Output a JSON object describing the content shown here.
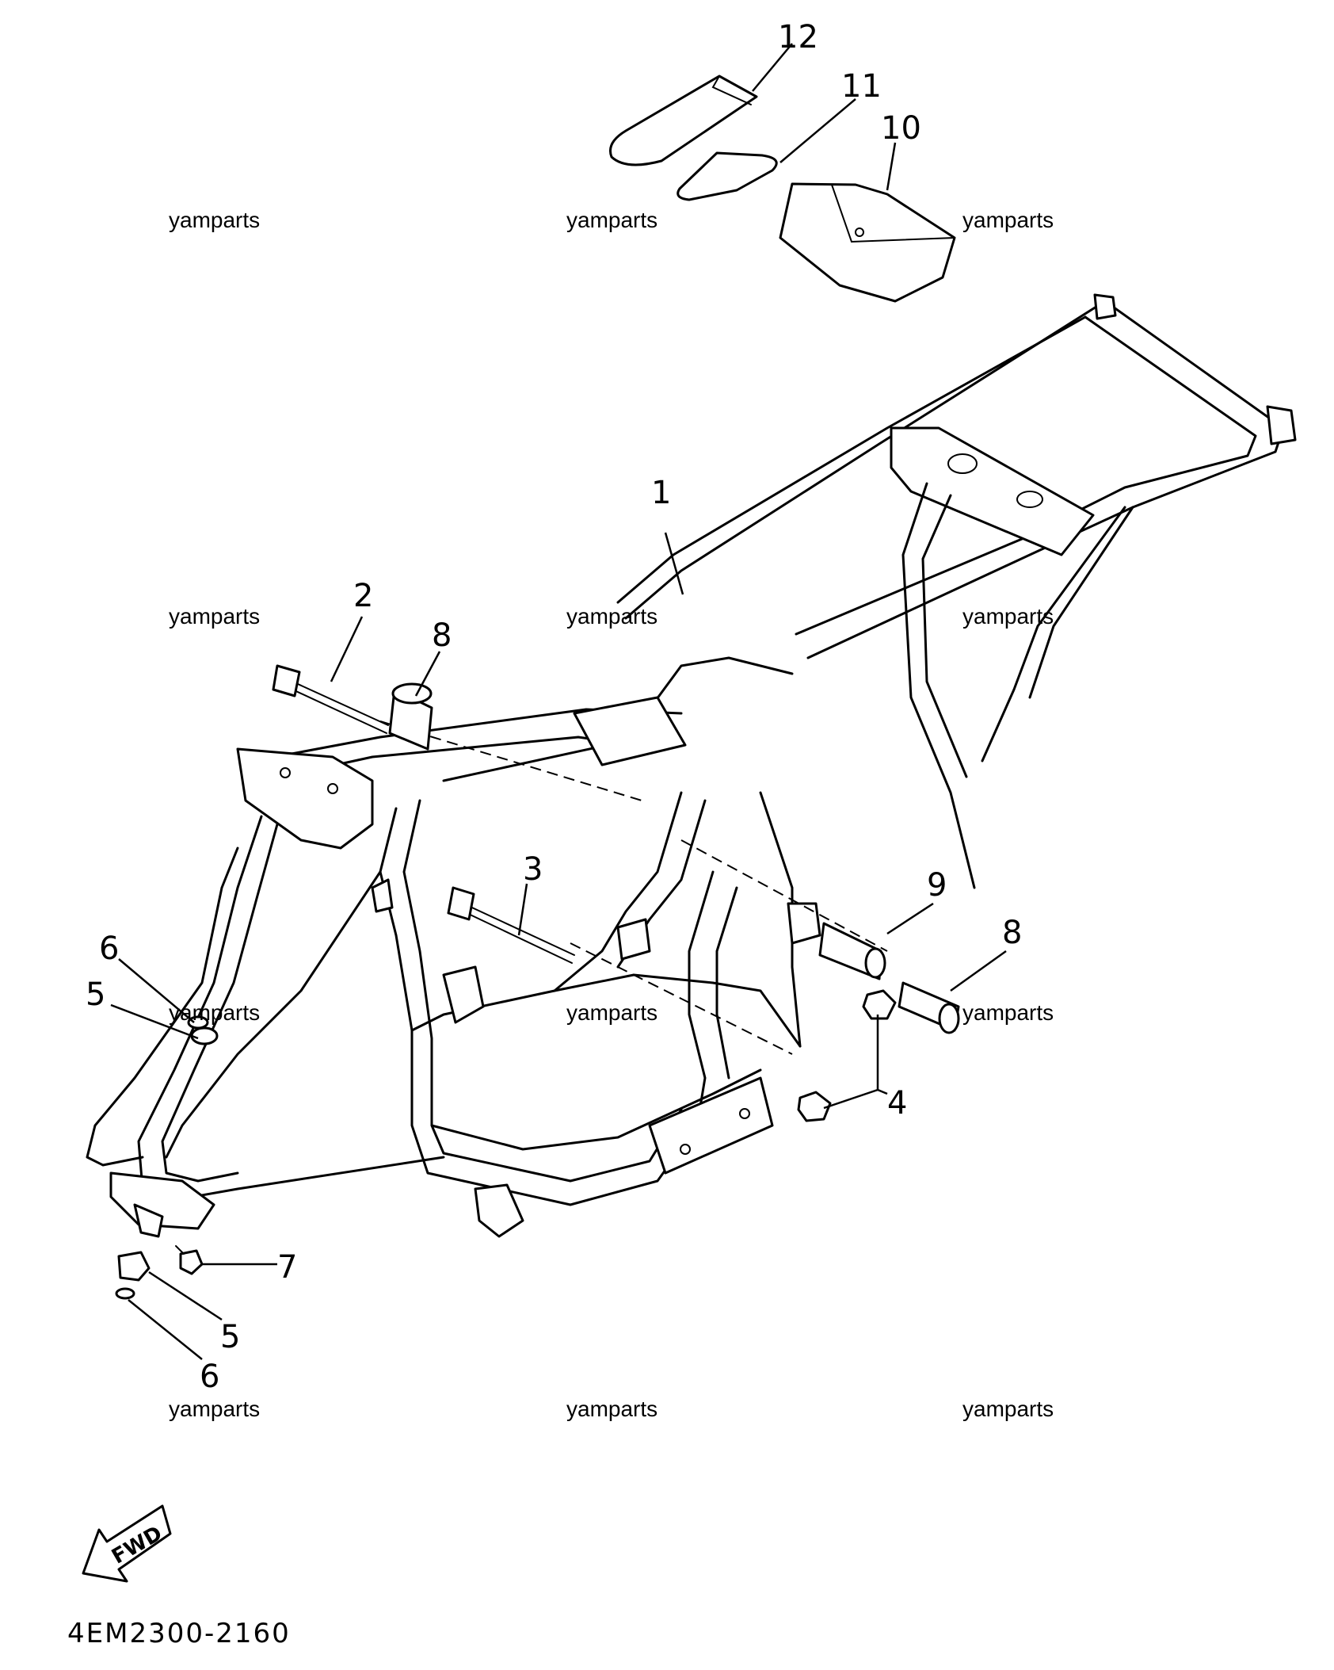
{
  "callouts": {
    "c1": "1",
    "c2": "2",
    "c3": "3",
    "c4": "4",
    "c5a": "5",
    "c5b": "5",
    "c6a": "6",
    "c6b": "6",
    "c7": "7",
    "c8a": "8",
    "c8b": "8",
    "c9": "9",
    "c10": "10",
    "c11": "11",
    "c12": "12"
  },
  "watermark": "yamparts",
  "diagram_code": "4EM2300-2160",
  "direction_label": "FWD"
}
